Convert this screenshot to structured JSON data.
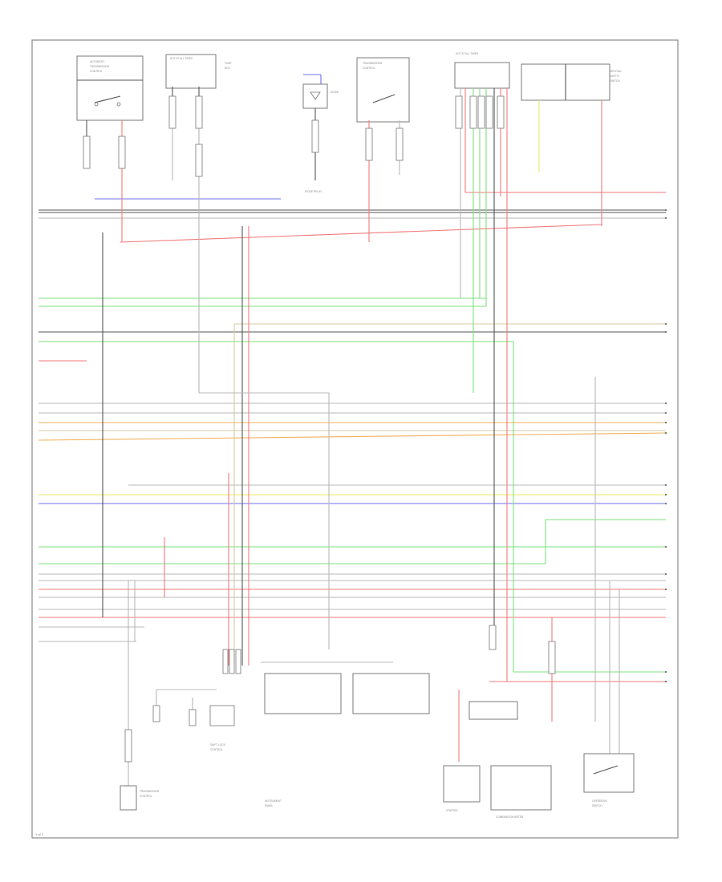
{
  "diagram": {
    "components": [
      "Automatic Transmission Control",
      "Hot at All Times",
      "Diode Relay",
      "Transmission Control",
      "Hot at All Times",
      "Neutral Safety Switch",
      "Instrument Panel",
      "Starter",
      "Combination Meter",
      "Overdrive Switch",
      "Shift Lock Control"
    ],
    "wire_colors": {
      "black": "#555555",
      "gray": "#b8b8b8",
      "red": "#f27a7a",
      "green": "#7ee07e",
      "light_green": "#bfeabf",
      "blue": "#6f6ff0",
      "yellow": "#e9e96a",
      "orange": "#f2b05a",
      "tan": "#d7cba3"
    },
    "page_number": "1 of 2"
  }
}
